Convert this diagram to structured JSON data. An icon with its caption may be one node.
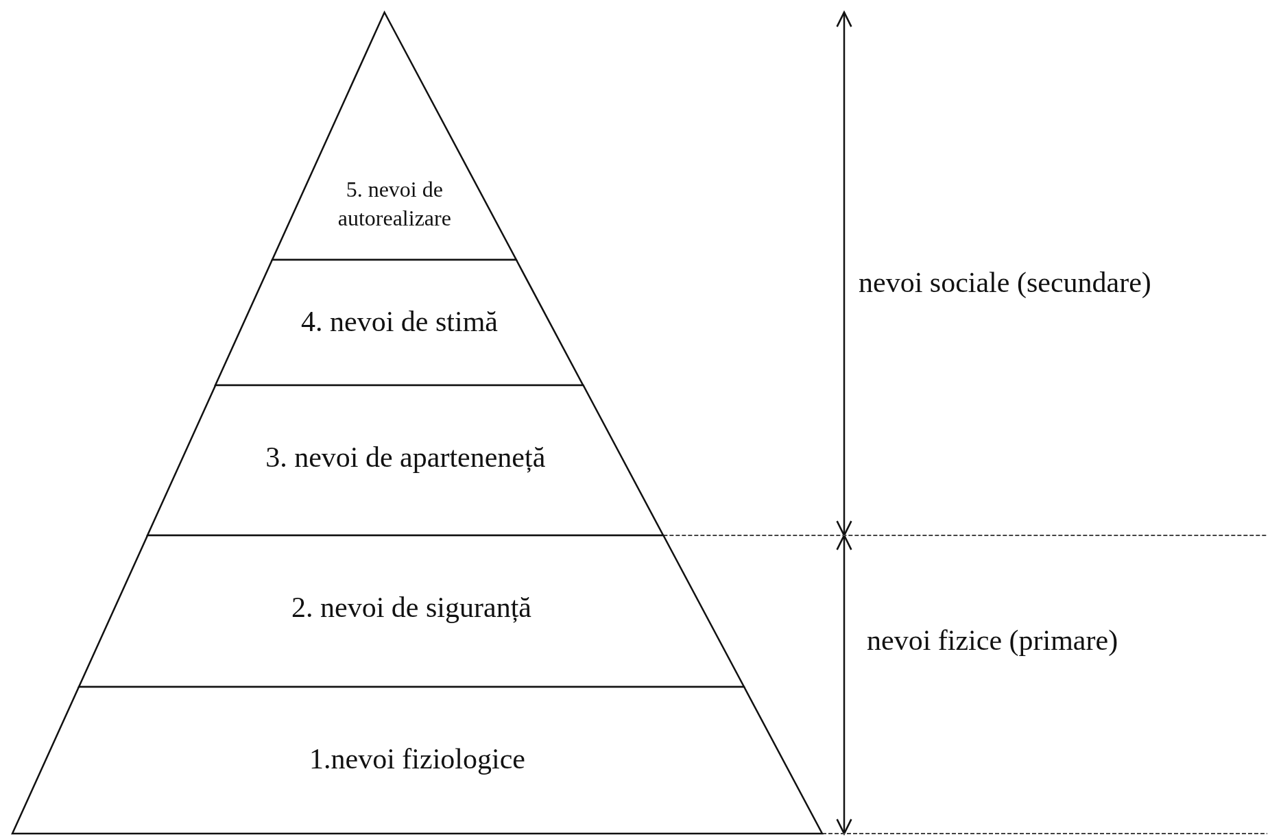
{
  "diagram": {
    "nodes": [
      {
        "text": [
          "5. nevoi de autorealizare"
        ]
      },
      {
        "text": [
          "4. nevoi de stimă"
        ]
      },
      {
        "text": [
          "3. nevoi de aparteneneță"
        ]
      },
      {
        "text": [
          "2. nevoi de siguranță"
        ]
      },
      {
        "text": [
          "1.nevoi fiziologice"
        ]
      }
    ],
    "labels": [
      "nevoi sociale (secundare)",
      "nevoi fizice (primare)"
    ]
  }
}
